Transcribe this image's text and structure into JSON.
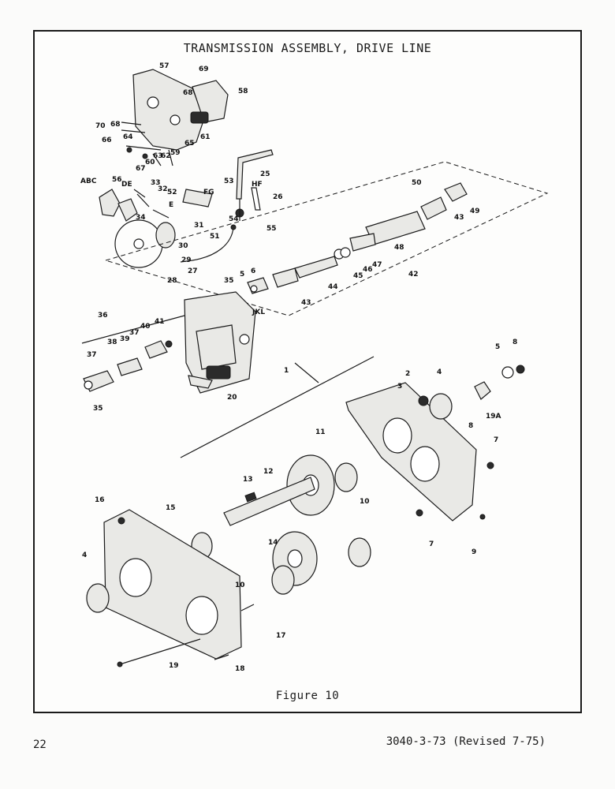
{
  "header": {
    "title": "TRANSMISSION ASSEMBLY, DRIVE LINE"
  },
  "figure": {
    "caption": "Figure 10",
    "callouts": {
      "c57": "57",
      "c69": "69",
      "c58": "58",
      "c68": "68",
      "c70": "70",
      "c68b": "68",
      "c64": "64",
      "c61": "61",
      "c65": "65",
      "c66": "66",
      "c60": "60",
      "c63": "63",
      "c62": "62",
      "c59": "59",
      "c67": "67",
      "c25": "25",
      "cABC": "ABC",
      "c56": "56",
      "cDE": "DE",
      "c33": "33",
      "c32": "32",
      "c52": "52",
      "cE": "E",
      "cFG": "FG",
      "c53": "53",
      "cHF": "HF",
      "c26": "26",
      "c34": "34",
      "c31": "31",
      "c51": "51",
      "c54": "54",
      "c55": "55",
      "c30": "30",
      "c29": "29",
      "c27": "27",
      "c28": "28",
      "c50": "50",
      "c49": "49",
      "c43a": "43",
      "c48": "48",
      "c47": "47",
      "c46": "46",
      "c45": "45",
      "c42": "42",
      "c44": "44",
      "c43b": "43",
      "c35a": "35",
      "c5a": "5",
      "c6a": "6",
      "cJKL": "JKL",
      "c36": "36",
      "c40": "40",
      "c41": "41",
      "c38": "38",
      "c39": "39",
      "c37a": "37",
      "c37b": "37",
      "c35b": "35",
      "c20": "20",
      "c1": "1",
      "c5b": "5",
      "c8a": "8",
      "c2": "2",
      "c3": "3",
      "c4a": "4",
      "c19A": "19A",
      "c8b": "8",
      "c7a": "7",
      "c7b": "7",
      "c9": "9",
      "c11": "11",
      "c12": "12",
      "c13": "13",
      "c10a": "10",
      "c10b": "10",
      "c14": "14",
      "c16": "16",
      "c15": "15",
      "c4b": "4",
      "c17": "17",
      "c19": "19",
      "c18": "18"
    }
  },
  "footer": {
    "page_number": "22",
    "document_number": "3040-3-73 (Revised 7-75)"
  }
}
